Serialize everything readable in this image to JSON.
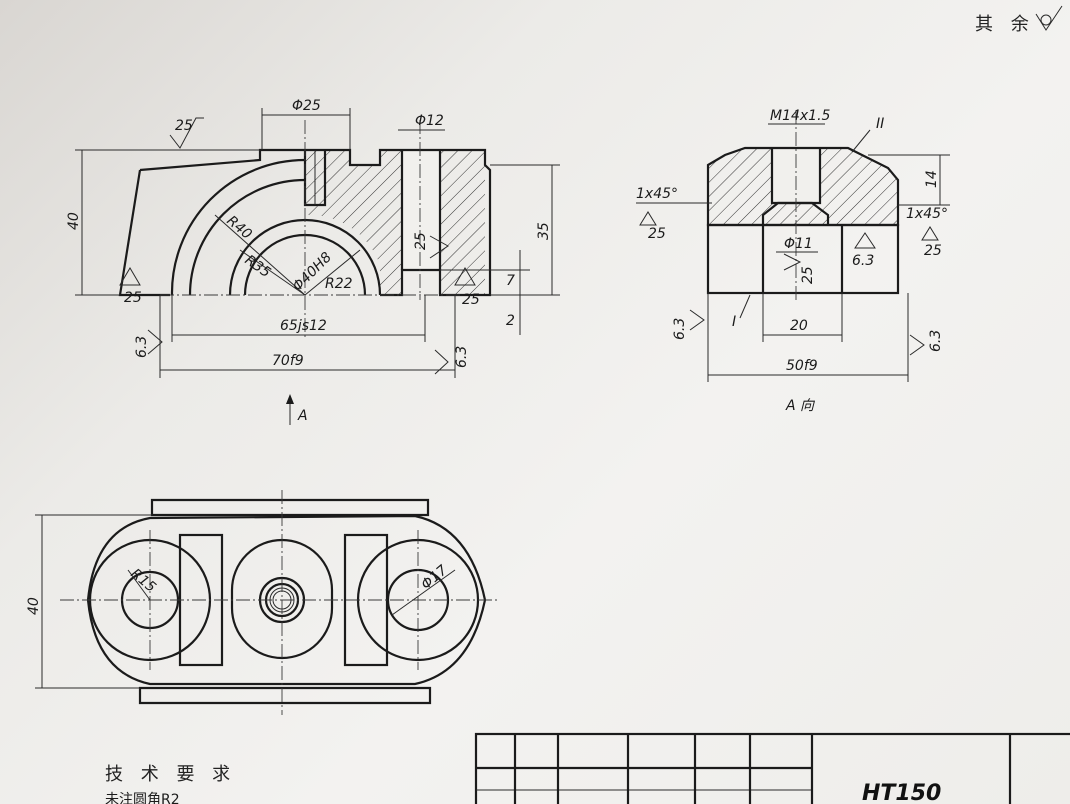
{
  "corner_note": "其 余",
  "front_view": {
    "dims": {
      "phi25": "Φ25",
      "phi12": "Φ12",
      "height40": "40",
      "height35": "35",
      "r40": "R40",
      "r35": "R35",
      "r22": "R22",
      "bore": "Φ40H8",
      "width65": "65js12",
      "width70": "70f9",
      "dim7": "7",
      "dim2": "2"
    },
    "roughness": [
      "25",
      "25",
      "25",
      "25",
      "6.3",
      "6.3"
    ],
    "view_arrow_label": "A"
  },
  "side_view": {
    "dims": {
      "thread": "M14x1.5",
      "chamfer_left": "1x45°",
      "chamfer_right": "1x45°",
      "dim14": "14",
      "phi11": "Φ11",
      "width20": "20",
      "width50": "50f9"
    },
    "roughness": [
      "25",
      "6.3",
      "25",
      "25",
      "6.3",
      "6.3"
    ],
    "markers": [
      "II",
      "I"
    ],
    "view_label": "A 向"
  },
  "top_view": {
    "dims": {
      "height40": "40",
      "r15": "R15",
      "phi17": "Φ17"
    }
  },
  "notes": {
    "heading": "技 术 要 求",
    "line1": "未注圆角R2"
  },
  "title_block": {
    "material": "HT150"
  }
}
